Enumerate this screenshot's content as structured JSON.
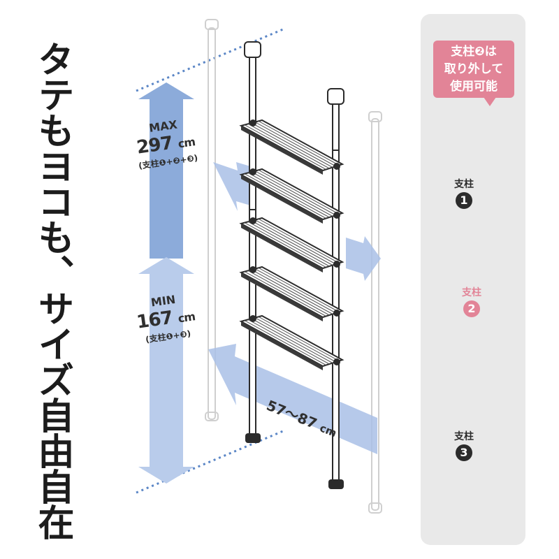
{
  "headline": "タテもヨコも、サイズ自由自在",
  "max": {
    "label": "MAX",
    "value": "297",
    "unit": "cm",
    "note": "(支柱❶+❷+❸)"
  },
  "min": {
    "label": "MIN",
    "value": "167",
    "unit": "cm",
    "note": "(支柱❶+❸)"
  },
  "width_range": "57～87",
  "width_unit": "cm",
  "callout": {
    "line1": "支柱❷は",
    "line2": "取り外して",
    "line3": "使用可能"
  },
  "poles": [
    {
      "label": "支柱",
      "number": "1"
    },
    {
      "label": "支柱",
      "number": "2"
    },
    {
      "label": "支柱",
      "number": "3"
    }
  ],
  "colors": {
    "arrow_dark": "#7fa2d6",
    "arrow_light": "#c4d4ee",
    "accent_pink": "#e28497",
    "panel": "#e9e9e9",
    "frame": "#2b2b2b"
  }
}
